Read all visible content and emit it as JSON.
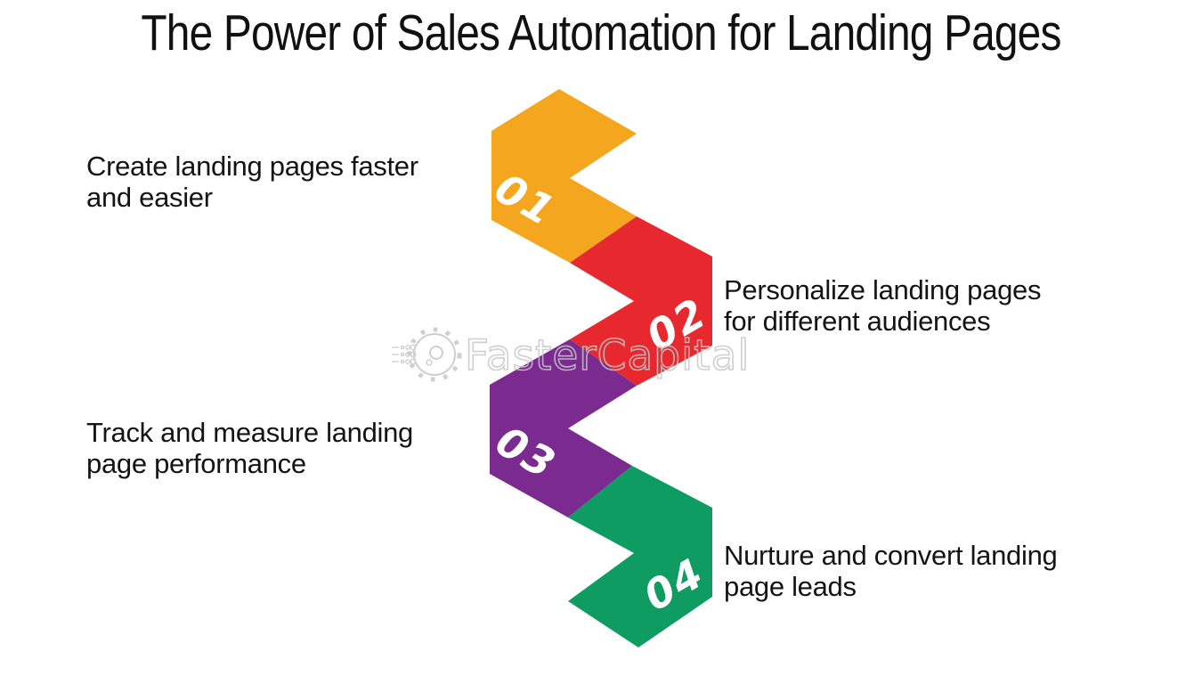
{
  "title": "The Power of Sales Automation for Landing Pages",
  "watermark": {
    "brand": "FasterCapital",
    "icon": "gear-icon"
  },
  "steps": [
    {
      "number": "01",
      "label_lines": [
        "Create landing pages faster",
        "and easier"
      ],
      "color": "#F5A61F",
      "text_side": "left"
    },
    {
      "number": "02",
      "label_lines": [
        "Personalize landing pages",
        "for different audiences"
      ],
      "color": "#E7282E",
      "text_side": "right"
    },
    {
      "number": "03",
      "label_lines": [
        "Track and measure landing",
        "page performance"
      ],
      "color": "#7B2B8F",
      "text_side": "left"
    },
    {
      "number": "04",
      "label_lines": [
        "Nurture and convert landing",
        "page leads"
      ],
      "color": "#0E9C62",
      "text_side": "right"
    }
  ]
}
